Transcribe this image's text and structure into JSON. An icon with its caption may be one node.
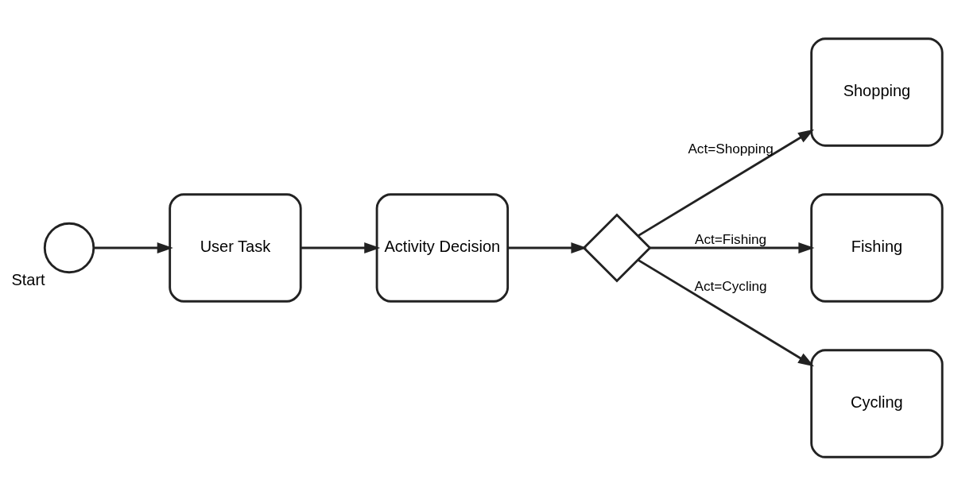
{
  "diagram": {
    "nodes": [
      {
        "text": [],
        "shape": "circle",
        "beside": [
          "Start"
        ]
      },
      {
        "text": [
          "User Task"
        ]
      },
      {
        "text": [
          "Activity Decision"
        ]
      },
      {
        "text": [],
        "shape": "diamond"
      },
      {
        "text": [
          "Shopping"
        ]
      },
      {
        "text": [
          "Fishing"
        ]
      },
      {
        "text": [
          "Cycling"
        ]
      }
    ],
    "edges": [
      {
        "from": 0,
        "to": 1,
        "arrow": "to"
      },
      {
        "from": 1,
        "to": 2,
        "arrow": "to"
      },
      {
        "from": 2,
        "to": 3,
        "arrow": "to"
      },
      {
        "from": 3,
        "to": 4,
        "arrow": "to",
        "label": "Act=Shopping"
      },
      {
        "from": 3,
        "to": 5,
        "arrow": "to",
        "label": "Act=Fishing"
      },
      {
        "from": 3,
        "to": 6,
        "arrow": "to",
        "label": "Act=Cycling"
      }
    ]
  }
}
